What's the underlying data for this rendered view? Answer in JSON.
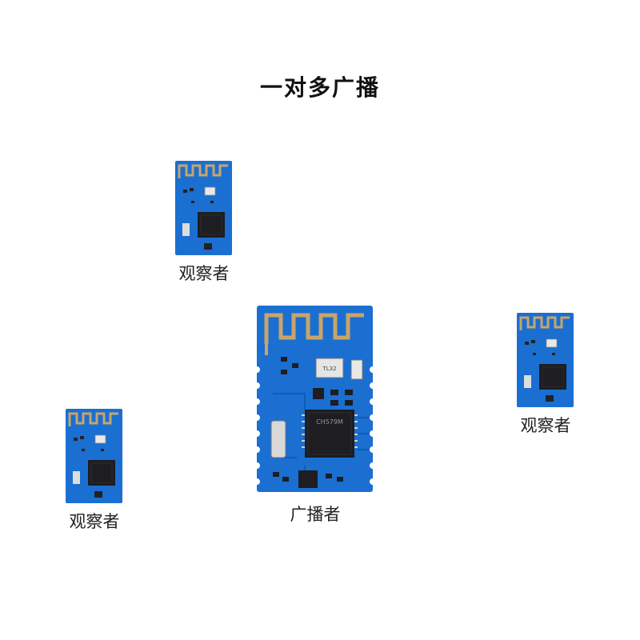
{
  "title": "一对多广播",
  "colors": {
    "pcb": "#1a6fd1",
    "pcb_dark": "#0f55ad",
    "antenna": "#c9a46a",
    "chip": "#1d1d22"
  },
  "broadcaster": {
    "label": "广播者",
    "crystal_text": "TL32",
    "chip_text": "CH579M"
  },
  "observers": [
    {
      "label": "观察者"
    },
    {
      "label": "观察者"
    },
    {
      "label": "观察者"
    }
  ]
}
